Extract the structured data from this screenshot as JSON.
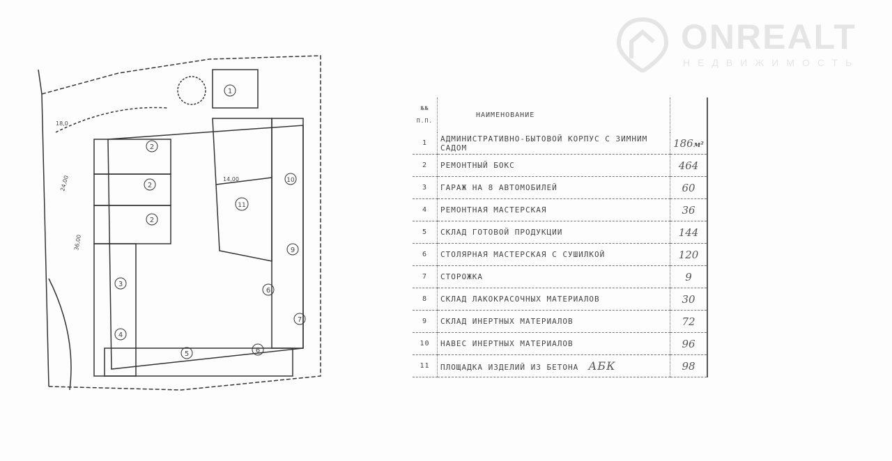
{
  "watermark": {
    "brand": "ONREALT",
    "tagline": "НЕДВИЖИМОСТЬ"
  },
  "plan": {
    "markers": [
      "1",
      "2",
      "2",
      "2",
      "3",
      "4",
      "5",
      "6",
      "6",
      "7",
      "9",
      "10",
      "11"
    ],
    "dimensions": [
      "14,00",
      "36,00",
      "18,0",
      "24,00"
    ]
  },
  "table": {
    "header": {
      "number": "№№ п.п.",
      "name": "Наименование"
    },
    "unit": "м²",
    "rows": [
      {
        "n": "1",
        "name": "Административно-бытовой корпус с зимним садом",
        "value": "186"
      },
      {
        "n": "2",
        "name": "Ремонтный бокс",
        "value": "464"
      },
      {
        "n": "3",
        "name": "Гараж на 8 автомобилей",
        "value": "60"
      },
      {
        "n": "4",
        "name": "Ремонтная мастерская",
        "value": "36"
      },
      {
        "n": "5",
        "name": "Склад готовой продукции",
        "value": "144"
      },
      {
        "n": "6",
        "name": "Столярная мастерская с сушилкой",
        "value": "120"
      },
      {
        "n": "7",
        "name": "Сторожка",
        "value": "9"
      },
      {
        "n": "8",
        "name": "Склад лакокрасочных материалов",
        "value": "30"
      },
      {
        "n": "9",
        "name": "Склад инертных материалов",
        "value": "72"
      },
      {
        "n": "10",
        "name": "Навес инертных материалов",
        "value": "96"
      },
      {
        "n": "11",
        "name": "Площадка изделий из бетона",
        "value": "98"
      }
    ],
    "handwritten_note": "АБК"
  }
}
